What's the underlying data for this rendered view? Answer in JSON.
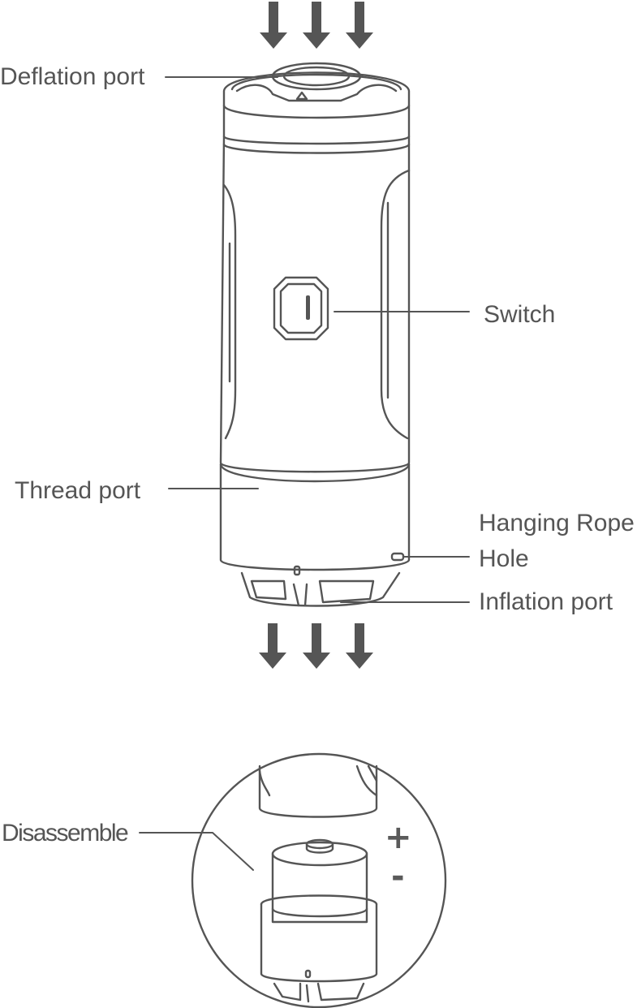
{
  "labels": {
    "deflation_port": "Deflation port",
    "switch": "Switch",
    "thread_port": "Thread port",
    "hanging_rope_hole_line1": "Hanging Rope",
    "hanging_rope_hole_line2": "Hole",
    "inflation_port": "Inflation port",
    "disassemble": "Disassemble"
  },
  "battery_signs": {
    "plus": "+",
    "minus": "-"
  },
  "icons": {
    "top_arrows": "arrow-down-icon",
    "bottom_arrows": "arrow-down-icon"
  },
  "colors": {
    "line": "#555555",
    "arrow": "#555555",
    "background": "#ffffff"
  }
}
